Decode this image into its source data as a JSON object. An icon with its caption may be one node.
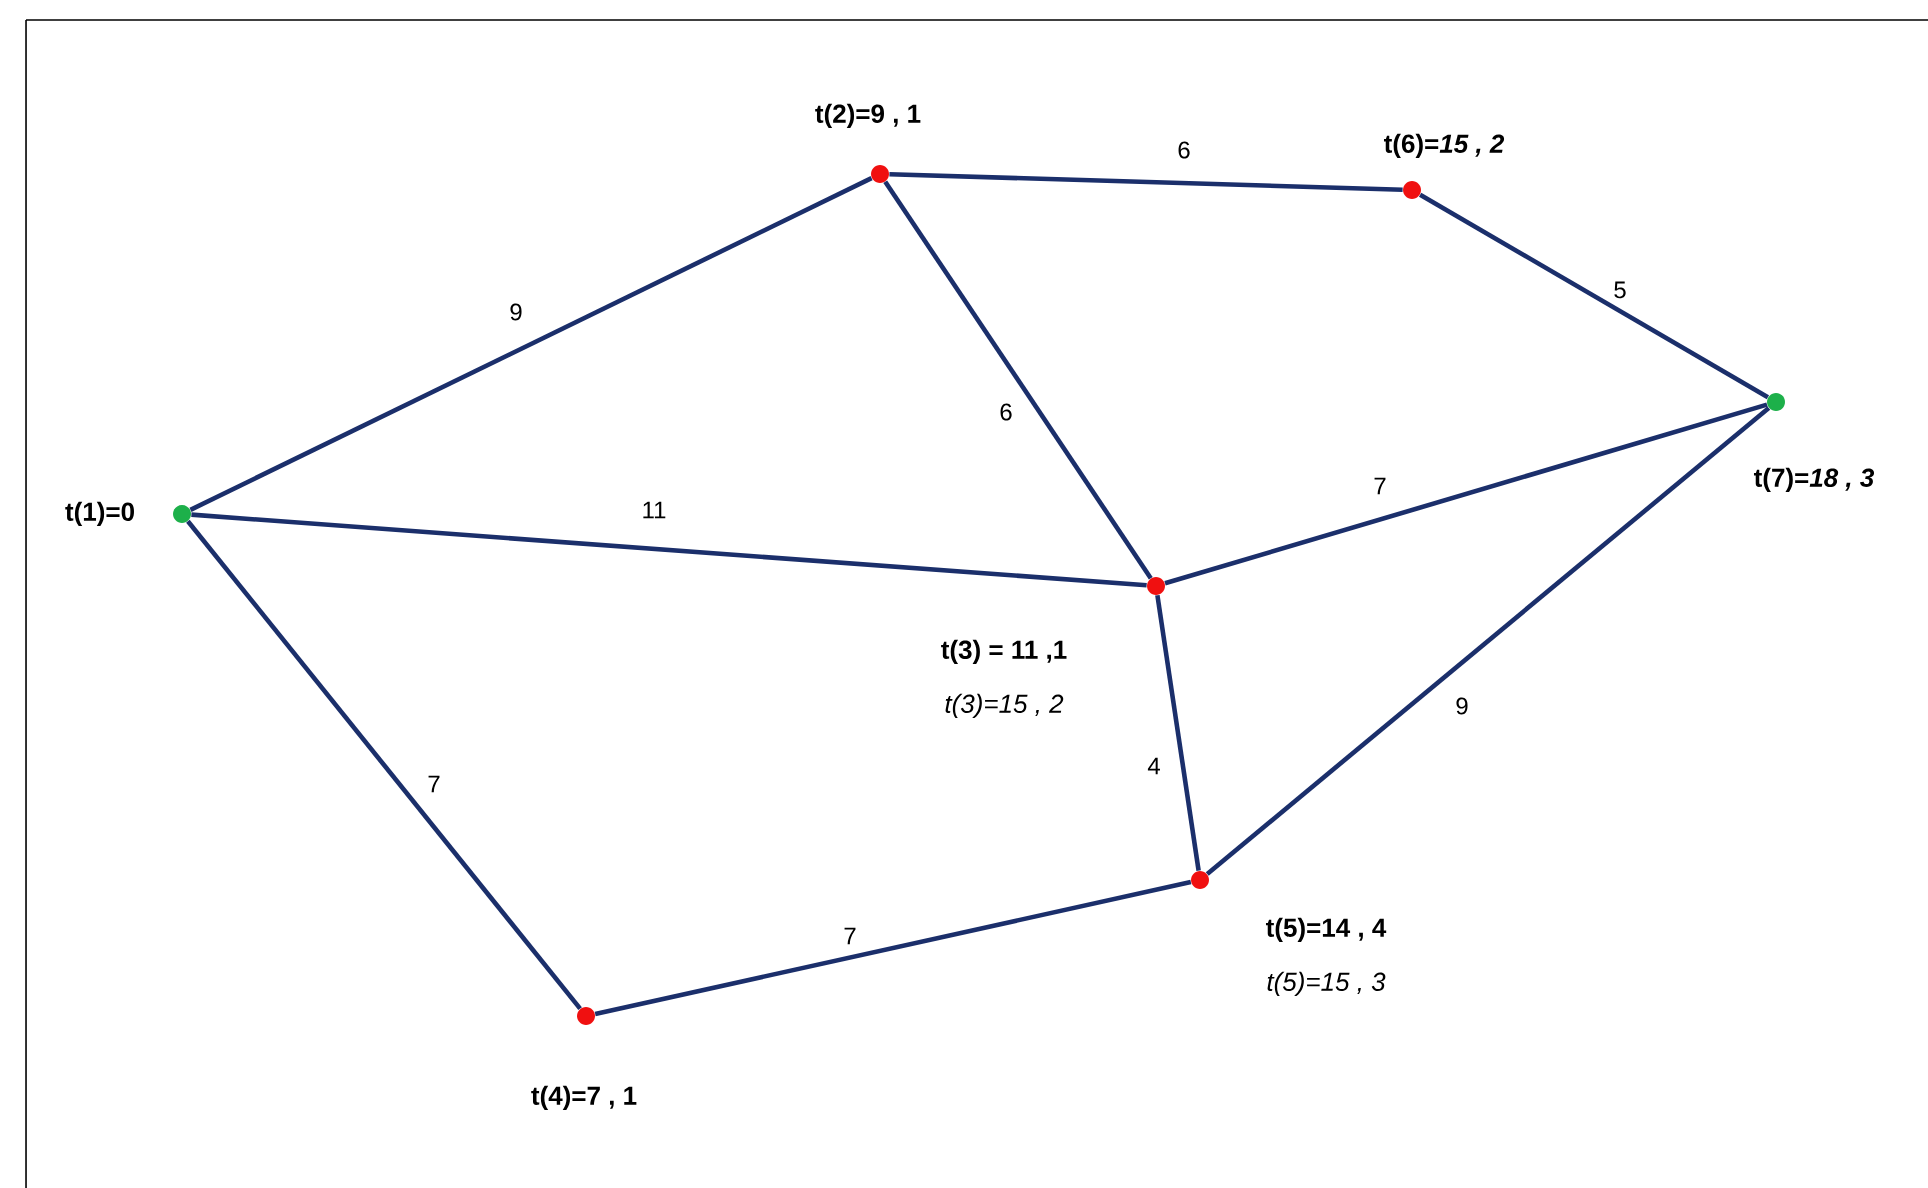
{
  "diagram": {
    "nodes": [
      {
        "text": [],
        "shape": "circle",
        "beside": [
          "t(1)=0"
        ]
      },
      {
        "text": [],
        "shape": "circle",
        "beside": [
          "t(2)=9 , 1"
        ]
      },
      {
        "text": [],
        "shape": "circle",
        "beside": [
          "t(3) = 11 ,1",
          "t(3)=15 , 2"
        ]
      },
      {
        "text": [],
        "shape": "circle",
        "beside": [
          "t(4)=7 , 1"
        ]
      },
      {
        "text": [],
        "shape": "circle",
        "beside": [
          "t(5)=14 , 4",
          "t(5)=15 , 3"
        ]
      },
      {
        "text": [],
        "shape": "circle",
        "beside": [
          "t(6)=*15 , 2*"
        ]
      },
      {
        "text": [],
        "shape": "circle",
        "beside": [
          "t(7)=*18 , 3*"
        ]
      }
    ],
    "edges": [
      {
        "from": 0,
        "to": 1,
        "arrow": "none",
        "label": "9"
      },
      {
        "from": 0,
        "to": 2,
        "arrow": "none",
        "label": "11"
      },
      {
        "from": 0,
        "to": 3,
        "arrow": "none",
        "label": "7"
      },
      {
        "from": 1,
        "to": 5,
        "arrow": "none",
        "label": "6"
      },
      {
        "from": 1,
        "to": 2,
        "arrow": "none",
        "label": "6"
      },
      {
        "from": 5,
        "to": 6,
        "arrow": "none",
        "label": "5"
      },
      {
        "from": 2,
        "to": 6,
        "arrow": "none",
        "label": "7"
      },
      {
        "from": 2,
        "to": 4,
        "arrow": "none",
        "label": "4"
      },
      {
        "from": 3,
        "to": 4,
        "arrow": "none",
        "label": "7"
      },
      {
        "from": 4,
        "to": 6,
        "arrow": "none",
        "label": "9"
      }
    ]
  }
}
